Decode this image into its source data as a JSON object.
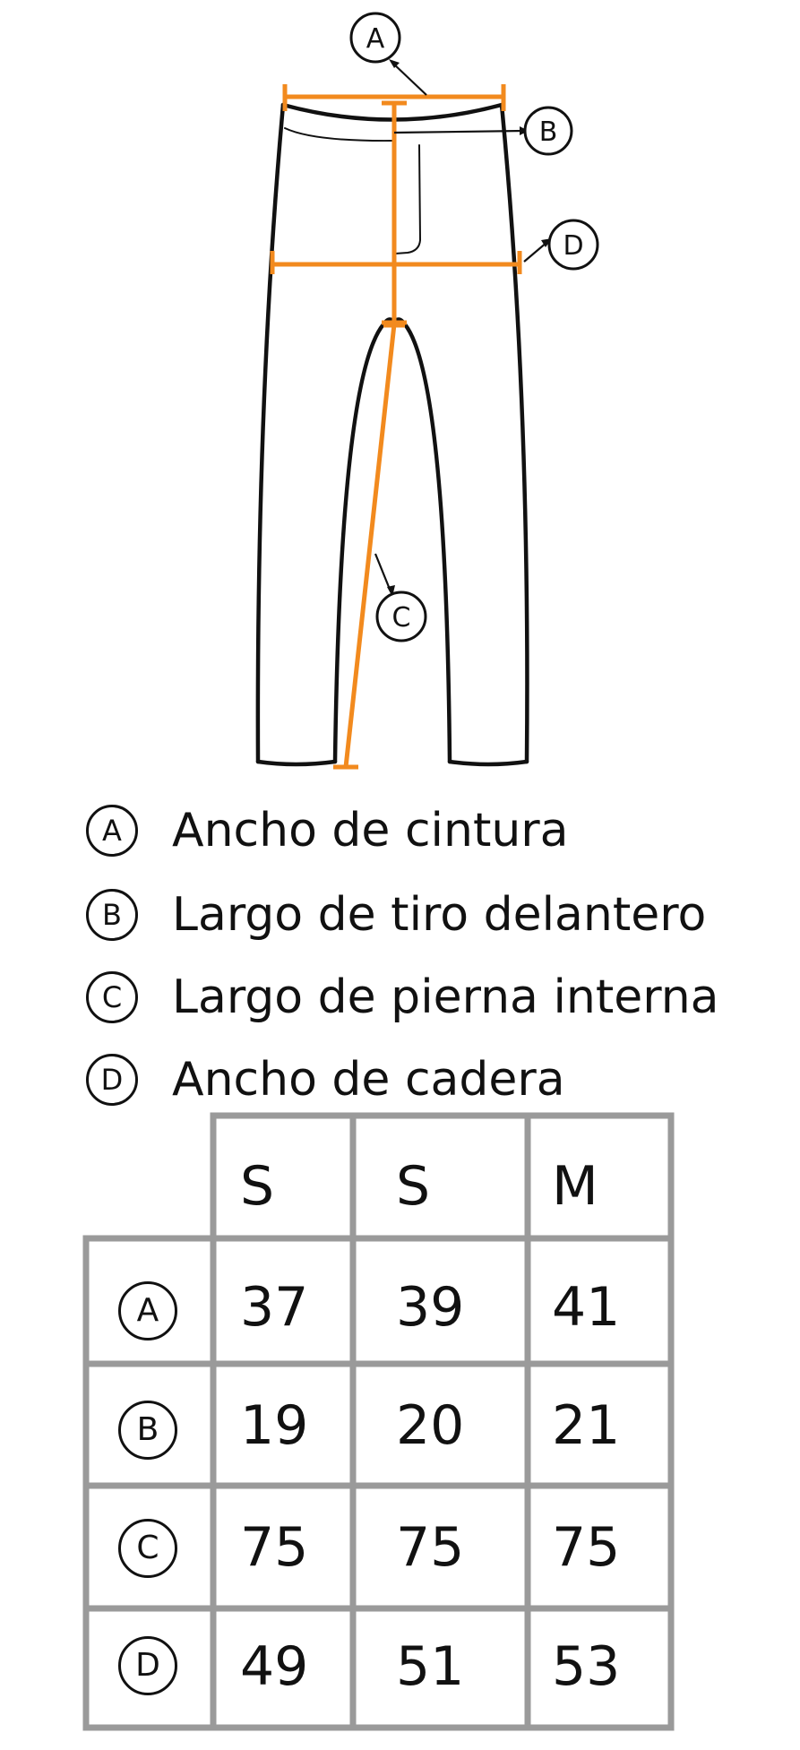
{
  "diagram": {
    "markers": {
      "a": "A",
      "b": "B",
      "c": "C",
      "d": "D"
    },
    "colors": {
      "measure": "#F28A1E",
      "outline": "#111111",
      "grid": "#9A9A9A"
    }
  },
  "legend": [
    {
      "marker": "A",
      "label": "Ancho de cintura"
    },
    {
      "marker": "B",
      "label": "Largo de tiro delantero"
    },
    {
      "marker": "C",
      "label": "Largo de pierna interna"
    },
    {
      "marker": "D",
      "label": "Ancho de cadera"
    }
  ],
  "table": {
    "headers": [
      "S",
      "S",
      "M"
    ],
    "rows": [
      {
        "marker": "A",
        "values": [
          "37",
          "39",
          "41"
        ]
      },
      {
        "marker": "B",
        "values": [
          "19",
          "20",
          "21"
        ]
      },
      {
        "marker": "C",
        "values": [
          "75",
          "75",
          "75"
        ]
      },
      {
        "marker": "D",
        "values": [
          "49",
          "51",
          "53"
        ]
      }
    ]
  }
}
